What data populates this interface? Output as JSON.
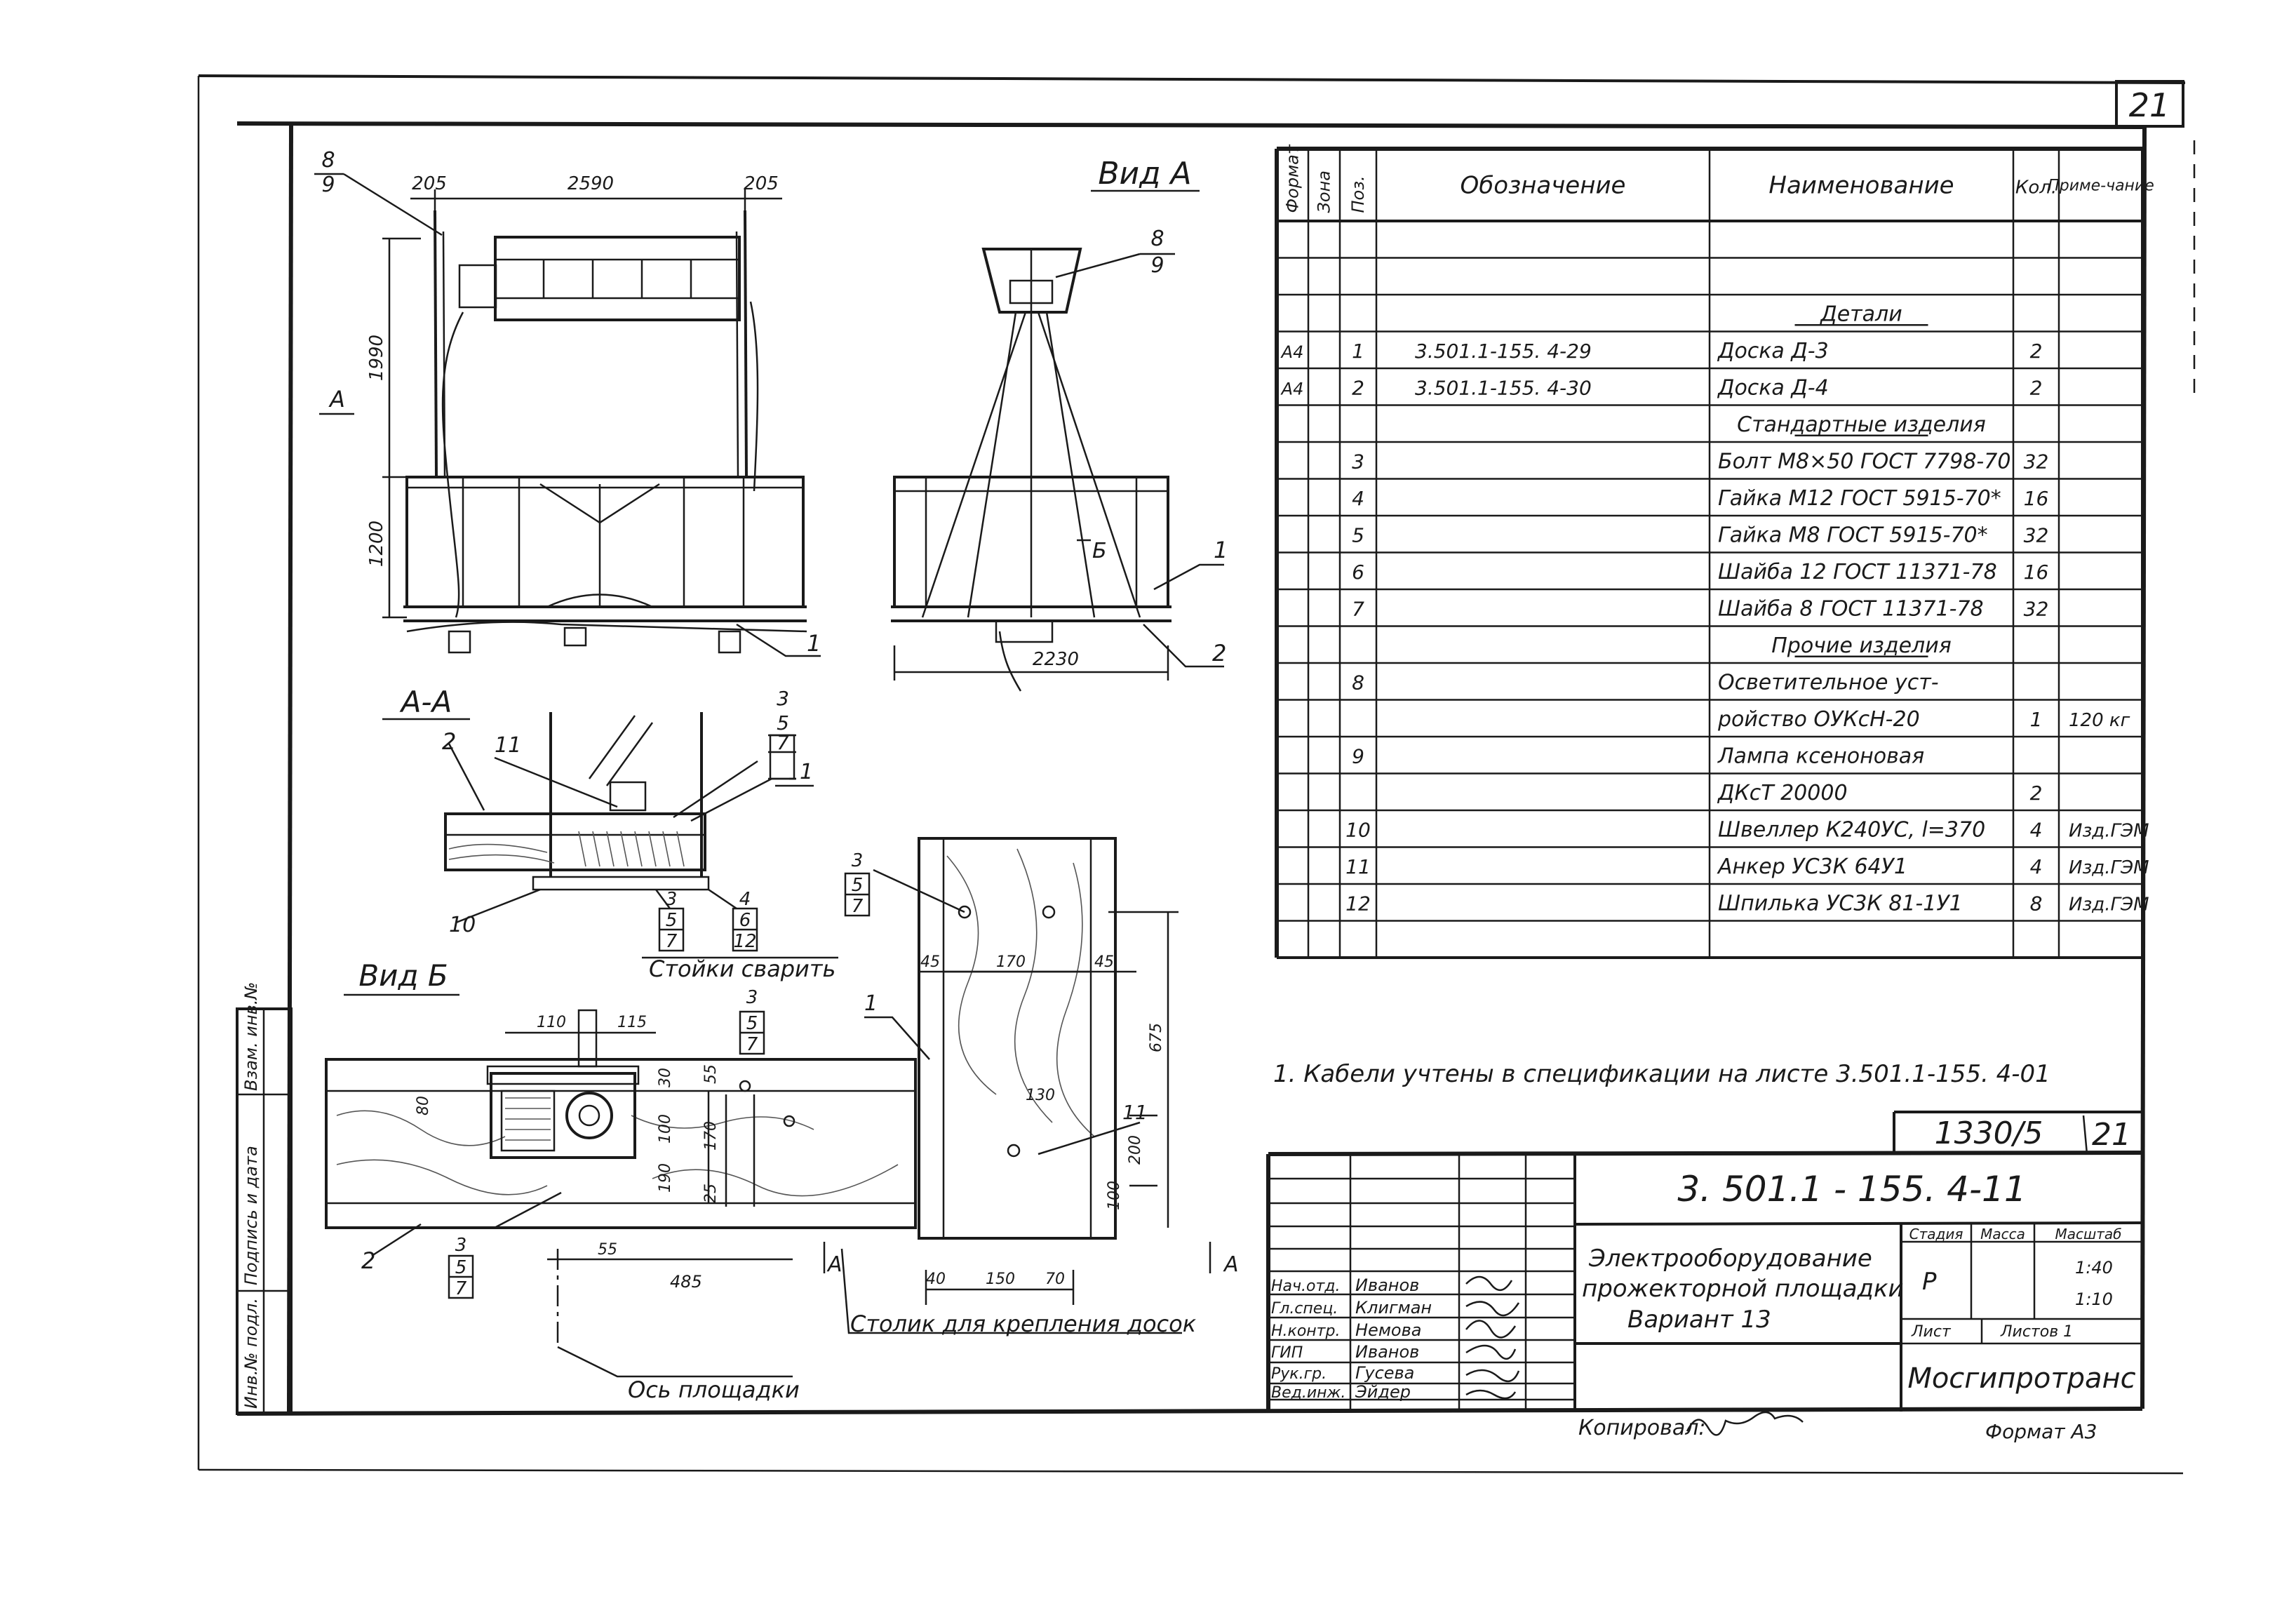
{
  "sheet_number": "21",
  "views": {
    "front": {
      "callout_top": "8",
      "callout_bottom": "9",
      "dim_left": "205",
      "dim_center": "2590",
      "dim_right": "205",
      "dim_height_upper": "1990",
      "dim_height_lower": "1200",
      "section_mark": "A",
      "leader_1": "1"
    },
    "vid_a": {
      "title": "Вид А",
      "callout_top": "8",
      "callout_bottom": "9",
      "mark_b": "Б",
      "leader_1": "1",
      "leader_2": "2",
      "dim_width": "2230"
    },
    "section_aa": {
      "title": "А-А",
      "leader_2": "2",
      "leader_11": "11",
      "leader_10": "10",
      "leader_1": "1",
      "callout_right": [
        "3",
        "5",
        "7"
      ],
      "callout_bottom_left": [
        "3",
        "5",
        "7"
      ],
      "callout_bottom_right": [
        "4",
        "6",
        "12"
      ],
      "note": "Стойки сварить"
    },
    "vid_b": {
      "title": "Вид Б",
      "callout_top": [
        "3",
        "5",
        "7"
      ],
      "callout_column": [
        "3",
        "5",
        "7"
      ],
      "callout_bottom": [
        "3",
        "5",
        "7"
      ],
      "dims": [
        "110",
        "115",
        "80",
        "30",
        "55",
        "100",
        "170",
        "190",
        "25",
        "55",
        "485",
        "45",
        "170",
        "45",
        "675",
        "130",
        "200",
        "100",
        "40",
        "150",
        "70"
      ],
      "leader_1": "1",
      "leader_2": "2",
      "leader_11": "11",
      "section_mark": "А",
      "axis_label": "Ось площадки",
      "table_label": "Столик для крепления досок"
    }
  },
  "spec_table": {
    "headers": [
      "Формат",
      "Зона",
      "Поз.",
      "Обозначение",
      "Наименование",
      "Кол.",
      "Приме-чание"
    ],
    "rows": [
      {
        "format": "",
        "zone": "",
        "pos": "",
        "designation": "",
        "name": "",
        "qty": "",
        "note": ""
      },
      {
        "format": "",
        "zone": "",
        "pos": "",
        "designation": "",
        "name": "",
        "qty": "",
        "note": ""
      },
      {
        "format": "",
        "zone": "",
        "pos": "",
        "designation": "",
        "name": "Детали",
        "qty": "",
        "note": ""
      },
      {
        "format": "A4",
        "zone": "",
        "pos": "1",
        "designation": "3.501.1-155. 4-29",
        "name": "Доска Д-3",
        "qty": "2",
        "note": ""
      },
      {
        "format": "A4",
        "zone": "",
        "pos": "2",
        "designation": "3.501.1-155. 4-30",
        "name": "Доска Д-4",
        "qty": "2",
        "note": ""
      },
      {
        "format": "",
        "zone": "",
        "pos": "",
        "designation": "",
        "name": "Стандартные изделия",
        "qty": "",
        "note": ""
      },
      {
        "format": "",
        "zone": "",
        "pos": "3",
        "designation": "",
        "name": "Болт М8×50 ГОСТ 7798-70",
        "qty": "32",
        "note": ""
      },
      {
        "format": "",
        "zone": "",
        "pos": "4",
        "designation": "",
        "name": "Гайка М12 ГОСТ 5915-70*",
        "qty": "16",
        "note": ""
      },
      {
        "format": "",
        "zone": "",
        "pos": "5",
        "designation": "",
        "name": "Гайка М8 ГОСТ 5915-70*",
        "qty": "32",
        "note": ""
      },
      {
        "format": "",
        "zone": "",
        "pos": "6",
        "designation": "",
        "name": "Шайба 12 ГОСТ 11371-78",
        "qty": "16",
        "note": ""
      },
      {
        "format": "",
        "zone": "",
        "pos": "7",
        "designation": "",
        "name": "Шайба 8 ГОСТ 11371-78",
        "qty": "32",
        "note": ""
      },
      {
        "format": "",
        "zone": "",
        "pos": "",
        "designation": "",
        "name": "Прочие изделия",
        "qty": "",
        "note": ""
      },
      {
        "format": "",
        "zone": "",
        "pos": "8",
        "designation": "",
        "name": "Осветительное уст-",
        "qty": "",
        "note": ""
      },
      {
        "format": "",
        "zone": "",
        "pos": "",
        "designation": "",
        "name": "ройство ОУКсН-20",
        "qty": "1",
        "note": "120 кг"
      },
      {
        "format": "",
        "zone": "",
        "pos": "9",
        "designation": "",
        "name": "Лампа ксеноновая",
        "qty": "",
        "note": ""
      },
      {
        "format": "",
        "zone": "",
        "pos": "",
        "designation": "",
        "name": "ДКсТ 20000",
        "qty": "2",
        "note": ""
      },
      {
        "format": "",
        "zone": "",
        "pos": "10",
        "designation": "",
        "name": "Швеллер К240УС, l=370",
        "qty": "4",
        "note": "Изд.ГЭМ"
      },
      {
        "format": "",
        "zone": "",
        "pos": "11",
        "designation": "",
        "name": "Анкер УС3К 64У1",
        "qty": "4",
        "note": "Изд.ГЭМ"
      },
      {
        "format": "",
        "zone": "",
        "pos": "12",
        "designation": "",
        "name": "Шпилька УС3К 81-1У1",
        "qty": "8",
        "note": "Изд.ГЭМ"
      },
      {
        "format": "",
        "zone": "",
        "pos": "",
        "designation": "",
        "name": "",
        "qty": "",
        "note": ""
      }
    ]
  },
  "note": "1. Кабели учтены в спецификации на листе 3.501.1-155. 4-01",
  "title_block": {
    "archive_number": "1330/5",
    "archive_sheet": "21",
    "document_code": "3. 501.1 - 155. 4-11",
    "title_lines": [
      "Электрооборудование",
      "прожекторной площадки",
      "Вариант 13"
    ],
    "stage_label": "Стадия",
    "mass_label": "Масса",
    "scale_label": "Масштаб",
    "stage_value": "Р",
    "scales": [
      "1:40",
      "1:10"
    ],
    "sheet_label": "Лист",
    "sheets_label": "Листов 1",
    "organization": "Мосгипротранс",
    "signatures": [
      {
        "role": "Нач.отд.",
        "name": "Иванов"
      },
      {
        "role": "Гл.спец.",
        "name": "Клигман"
      },
      {
        "role": "Н.контр.",
        "name": "Немова"
      },
      {
        "role": "ГИП",
        "name": "Иванов"
      },
      {
        "role": "Рук.гр.",
        "name": "Гусева"
      },
      {
        "role": "Вед.инж.",
        "name": "Эйдер"
      }
    ],
    "copied_by": "Копировал:",
    "format": "Формат А3"
  },
  "side_stamp": [
    "Инв.№ подл.",
    "Подпись и дата",
    "Взам. инв.№"
  ]
}
